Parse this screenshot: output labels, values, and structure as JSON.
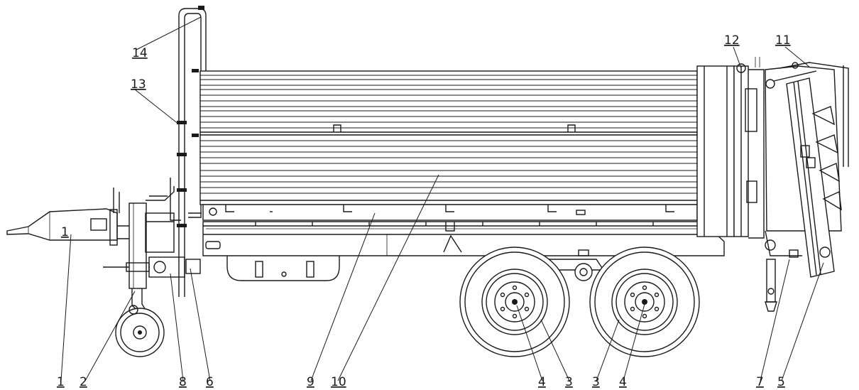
{
  "callouts": [
    {
      "id": "c1-top",
      "label": "1"
    },
    {
      "id": "c1-bottom",
      "label": "1"
    },
    {
      "id": "c2",
      "label": "2"
    },
    {
      "id": "c3-left",
      "label": "3"
    },
    {
      "id": "c3-right",
      "label": "3"
    },
    {
      "id": "c4-left",
      "label": "4"
    },
    {
      "id": "c4-right",
      "label": "4"
    },
    {
      "id": "c5",
      "label": "5"
    },
    {
      "id": "c6",
      "label": "6"
    },
    {
      "id": "c7",
      "label": "7"
    },
    {
      "id": "c8",
      "label": "8"
    },
    {
      "id": "c9",
      "label": "9"
    },
    {
      "id": "c10",
      "label": "10"
    },
    {
      "id": "c11",
      "label": "11"
    },
    {
      "id": "c12",
      "label": "12"
    },
    {
      "id": "c13",
      "label": "13"
    },
    {
      "id": "c14",
      "label": "14"
    }
  ]
}
